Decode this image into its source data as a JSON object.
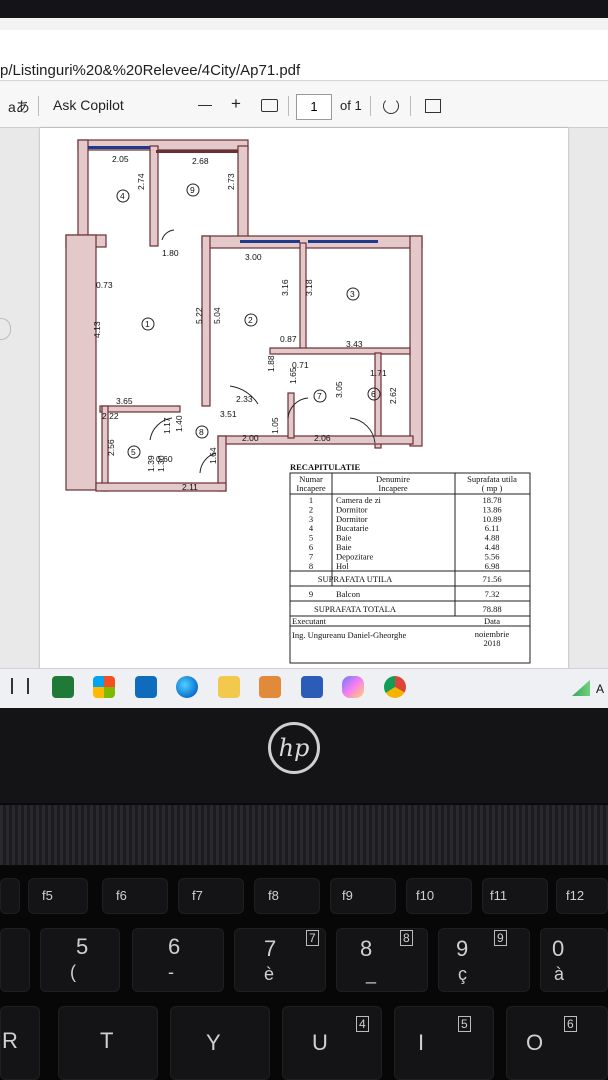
{
  "browser": {
    "address": "p/Listinguri%20&%20Relevee/4City/Ap71.pdf"
  },
  "pdf_toolbar": {
    "read_aloud_icon": "aあ",
    "ask_copilot": "Ask Copilot",
    "zoom_out": "—",
    "zoom_in": "+",
    "page_number": "1",
    "page_of": "of 1"
  },
  "plan": {
    "dims": [
      "2.05",
      "2.68",
      "2.74",
      "2.73",
      "1.80",
      "3.00",
      "0.73",
      "4.13",
      "5.22",
      "5.04",
      "3.16",
      "3.18",
      "0.87",
      "3.43",
      "0.71",
      "1.88",
      "1.65",
      "1.71",
      "3.05",
      "2.62",
      "2.33",
      "3.65",
      "3.51",
      "2.22",
      "1.17",
      "1.40",
      "1.05",
      "2.00",
      "2.06",
      "2.56",
      "1.39",
      "1.30",
      "0.60",
      "1.64",
      "2.11"
    ],
    "room_numbers": [
      "4",
      "9",
      "1",
      "2",
      "3",
      "7",
      "6",
      "5",
      "8"
    ]
  },
  "recap": {
    "title": "RECAPITULATIE",
    "headers": [
      "Numar Incapere",
      "Denumire Incapere",
      "Suprafata utila ( mp )"
    ],
    "rows": [
      [
        "1",
        "Camera de zi",
        "18.78"
      ],
      [
        "2",
        "Dormitor",
        "13.86"
      ],
      [
        "3",
        "Dormitor",
        "10.89"
      ],
      [
        "4",
        "Bucatarie",
        "6.11"
      ],
      [
        "5",
        "Baie",
        "4.88"
      ],
      [
        "6",
        "Baie",
        "4.48"
      ],
      [
        "7",
        "Depozitare",
        "5.56"
      ],
      [
        "8",
        "Hol",
        "6.98"
      ]
    ],
    "suprafata_utila_label": "SUPRAFATA UTILA",
    "suprafata_utila": "71.56",
    "balcon_nr": "9",
    "balcon_label": "Balcon",
    "balcon": "7.32",
    "suprafata_totala_label": "SUPRAFATA TOTALA",
    "suprafata_totala": "78.88",
    "executant_label": "Executant",
    "data_label": "Data",
    "executant": "Ing. Ungureanu Daniel-Gheorghe",
    "date_line1": "noiembrie",
    "date_line2": "2018"
  },
  "keyboard": {
    "fkeys": [
      "f5",
      "f6",
      "f7",
      "f8",
      "f9",
      "f10",
      "f11",
      "f12"
    ],
    "row_numbers": [
      "5",
      "6",
      "7",
      "8",
      "9",
      "0"
    ],
    "row_symbols": [
      "(",
      "-",
      "è",
      "_",
      "ç",
      "à"
    ],
    "numpad_marks": [
      "7",
      "8",
      "9",
      "4",
      "5",
      "6"
    ],
    "letters": [
      "R",
      "T",
      "Y",
      "U",
      "I",
      "O"
    ]
  },
  "colors": {
    "wall_fill": "#e3c9ca",
    "wall_stroke": "#6b2f35",
    "taskbar": "#eef0f3"
  }
}
